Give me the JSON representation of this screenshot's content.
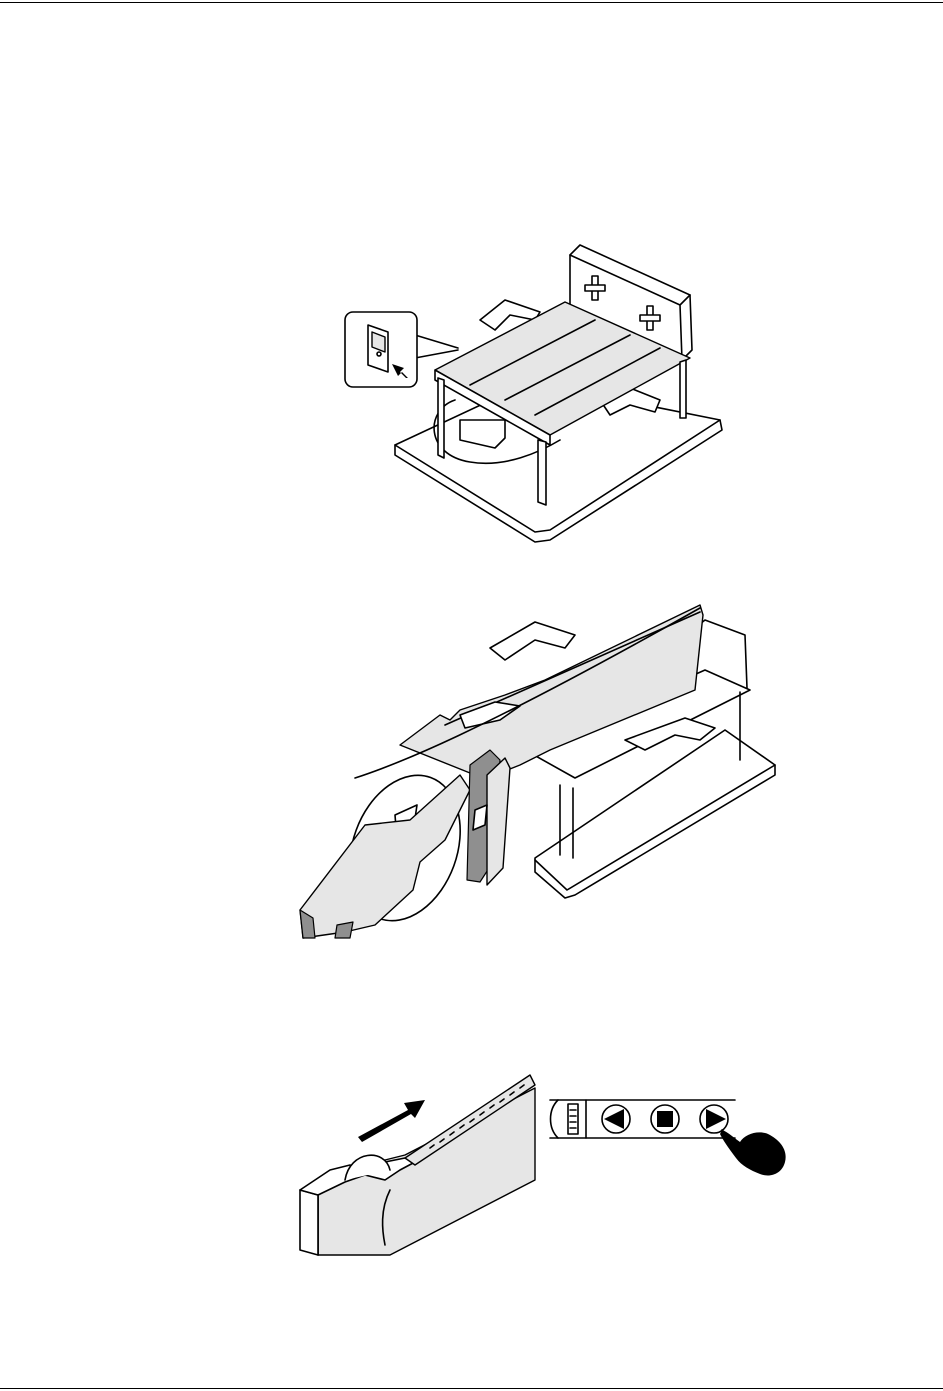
{
  "figures": [
    {
      "id": "calibration-jig-power-switch",
      "icons": [
        "rocker-switch-icon",
        "arrow-press-icon"
      ]
    },
    {
      "id": "feeder-mounted-on-jig",
      "icons": [
        "tape-reel-icon",
        "feeder-icon"
      ]
    },
    {
      "id": "tape-advance-controls",
      "icons": [
        "tape-direction-arrow-icon",
        "reverse-button-icon",
        "stop-button-icon",
        "forward-button-icon",
        "pointing-hand-icon"
      ]
    }
  ],
  "colors": {
    "line": "#000000",
    "shade": "#e6e6e6",
    "dark": "#8f8f8f",
    "background": "#ffffff"
  }
}
